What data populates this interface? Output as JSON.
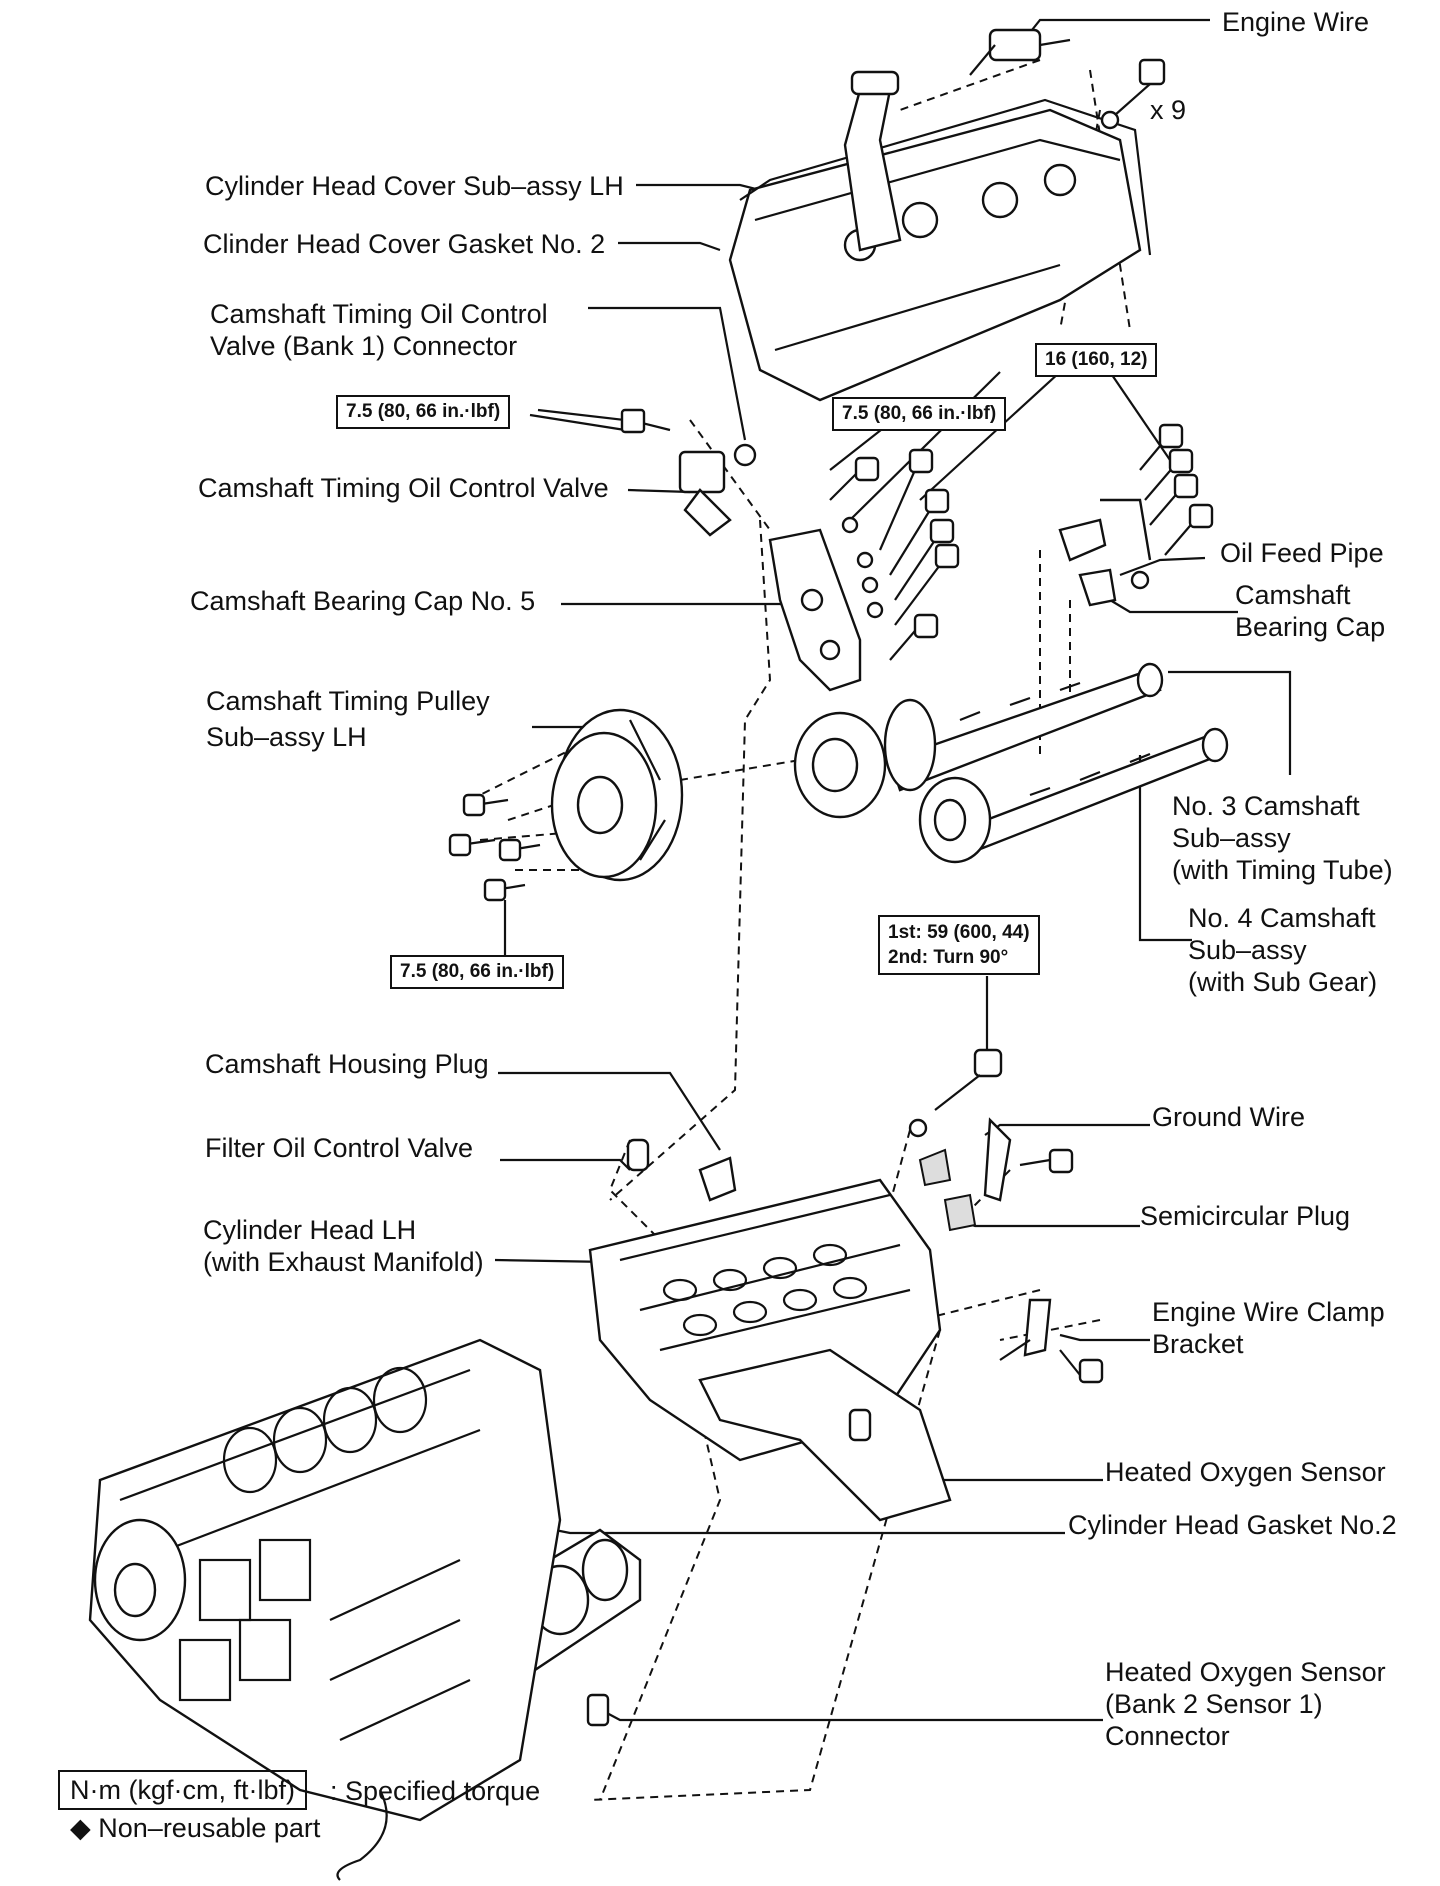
{
  "labels": {
    "engine_wire": "Engine Wire",
    "x9": "x 9",
    "head_cover_lh": "Cylinder Head Cover Sub–assy LH",
    "head_cover_gasket": "Clinder Head Cover Gasket No. 2",
    "ocv_connector_1": "Camshaft Timing Oil Control",
    "ocv_connector_2": "Valve (Bank 1) Connector",
    "ocv": "Camshaft Timing Oil Control Valve",
    "bearing_cap_5": "Camshaft Bearing Cap No. 5",
    "oil_feed_pipe": "Oil Feed Pipe",
    "bearing_cap_1": "Camshaft",
    "bearing_cap_2": "Bearing Cap",
    "timing_pulley_1": "Camshaft Timing Pulley",
    "timing_pulley_2": "Sub–assy LH",
    "cam3_1": "No. 3 Camshaft",
    "cam3_2": "Sub–assy",
    "cam3_3": "(with Timing Tube)",
    "cam4_1": "No. 4 Camshaft",
    "cam4_2": "Sub–assy",
    "cam4_3": "(with Sub Gear)",
    "housing_plug": "Camshaft Housing Plug",
    "filter_ocv": "Filter Oil Control Valve",
    "ground_wire": "Ground Wire",
    "semicircular_plug": "Semicircular Plug",
    "head_lh_1": "Cylinder Head LH",
    "head_lh_2": "(with Exhaust Manifold)",
    "wire_clamp_1": "Engine Wire Clamp",
    "wire_clamp_2": "Bracket",
    "o2_sensor": "Heated Oxygen Sensor",
    "head_gasket": "Cylinder Head Gasket No.2",
    "o2_conn_1": "Heated Oxygen Sensor",
    "o2_conn_2": "(Bank 2 Sensor 1)",
    "o2_conn_3": "Connector"
  },
  "torque": {
    "ocv_bolt": "7.5 (80, 66 in.·lbf)",
    "cap5_bolts": "7.5 (80, 66 in.·lbf)",
    "cap_bolts": "16 (160, 12)",
    "pulley_bolts": "7.5 (80, 66 in.·lbf)",
    "head_bolt_1": "1st: 59 (600, 44)",
    "head_bolt_2": "2nd: Turn 90°"
  },
  "legend": {
    "unit": "N·m (kgf·cm, ft·lbf)",
    "unit_desc": ": Specified torque",
    "non_reusable": "◆ Non–reusable part"
  }
}
